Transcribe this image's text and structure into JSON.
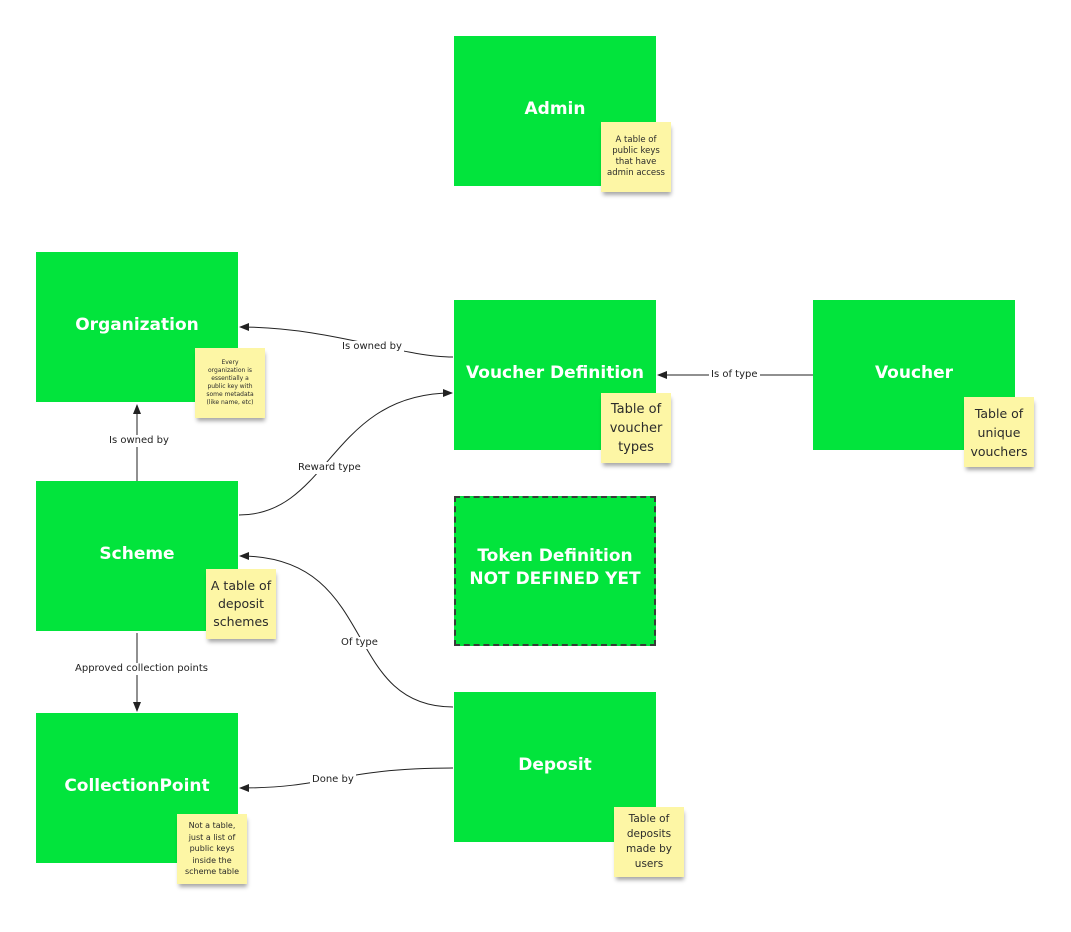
{
  "colors": {
    "entity": "#02e43c",
    "note": "#fdf6a5",
    "connector": "#222222"
  },
  "entities": {
    "admin": "Admin",
    "organization": "Organization",
    "voucher_definition": "Voucher Definition",
    "voucher": "Voucher",
    "scheme": "Scheme",
    "token_definition_line1": "Token Definition",
    "token_definition_line2": "NOT DEFINED YET",
    "deposit": "Deposit",
    "collection_point": "CollectionPoint"
  },
  "notes": {
    "admin": [
      "A table of",
      "public keys",
      "that have",
      "admin access"
    ],
    "organization": [
      "Every",
      "organization is",
      "essentially a",
      "public key with",
      "some metadata",
      "(like name, etc)"
    ],
    "voucher_definition": [
      "Table of",
      "voucher",
      "types"
    ],
    "voucher": [
      "Table of",
      "unique",
      "vouchers"
    ],
    "scheme": [
      "A table of",
      "deposit",
      "schemes"
    ],
    "deposit": [
      "Table of",
      "deposits",
      "made by",
      "users"
    ],
    "collection_point": [
      "Not a table,",
      "just a list of",
      "public keys",
      "inside the",
      "scheme table"
    ]
  },
  "relations": {
    "vd_to_org": "Is owned by",
    "voucher_to_vd": "Is of type",
    "scheme_to_org": "Is owned by",
    "scheme_to_vd": "Reward type",
    "deposit_to_scheme": "Of type",
    "scheme_to_cp": "Approved collection points",
    "deposit_to_cp": "Done by"
  }
}
